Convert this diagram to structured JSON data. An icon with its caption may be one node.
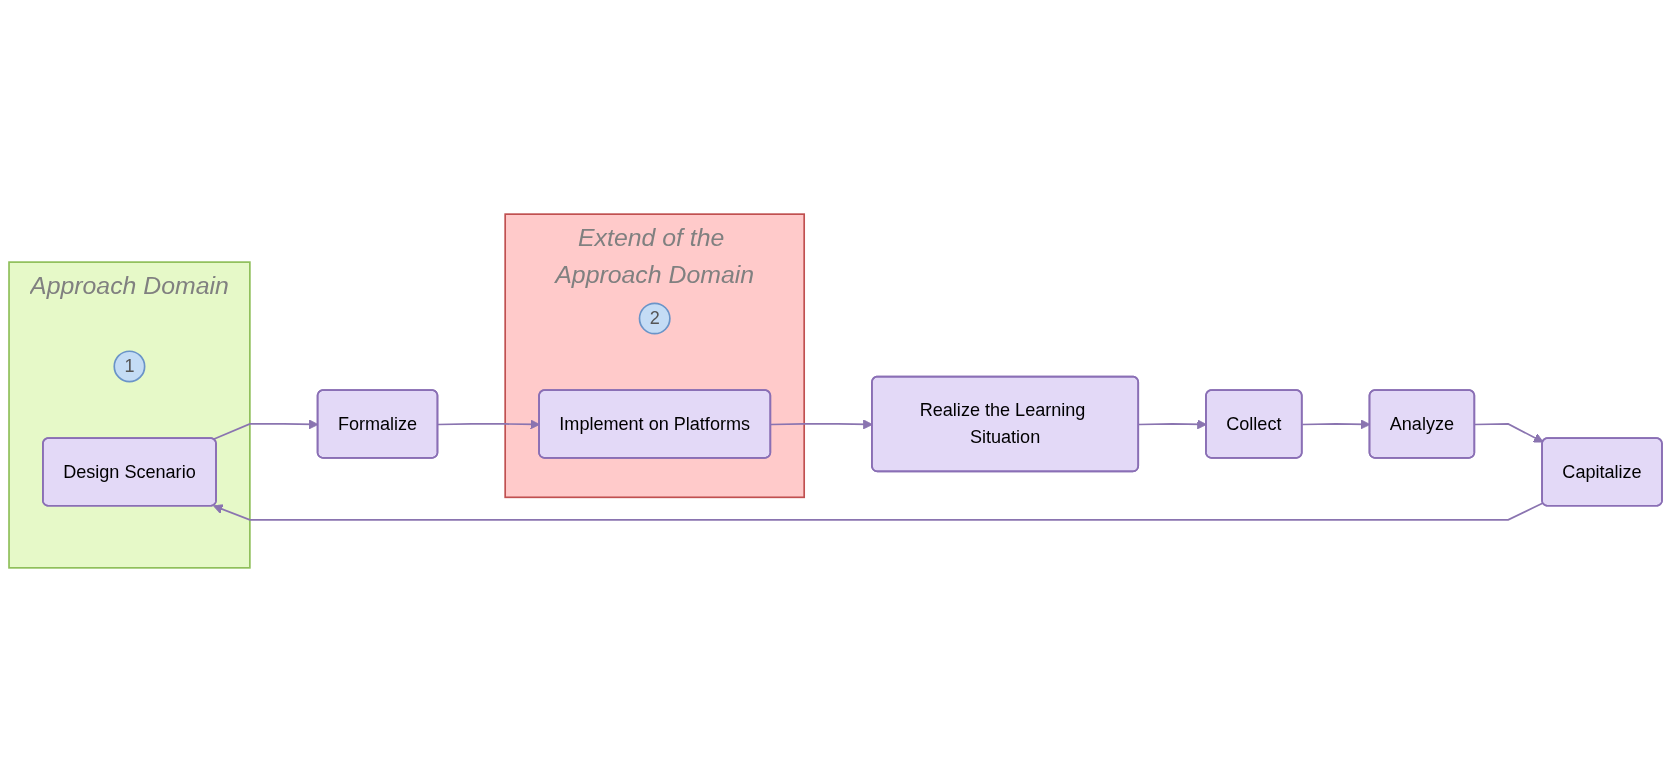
{
  "diagram": {
    "nodes": [
      {
        "text": [
          "Approach Domain"
        ]
      },
      {
        "text": [
          "1"
        ],
        "in": 0
      },
      {
        "text": [
          "Extend of the Approach Domain"
        ]
      },
      {
        "text": [
          "2"
        ],
        "in": 2
      },
      {
        "text": [
          "Formalize"
        ]
      },
      {
        "text": [
          "Design Scenario"
        ],
        "in": 0
      },
      {
        "text": [
          "Implement on Platforms"
        ],
        "in": 2
      },
      {
        "text": [
          "Realize the Learning Situation"
        ]
      },
      {
        "text": [
          "Collect"
        ]
      },
      {
        "text": [
          "Analyze"
        ]
      },
      {
        "text": [
          "Capitalize"
        ]
      }
    ],
    "edges": [
      {
        "from": 5,
        "to": 4,
        "arrow": "to"
      },
      {
        "from": 4,
        "to": 6,
        "arrow": "to"
      },
      {
        "from": 6,
        "to": 7,
        "arrow": "to"
      },
      {
        "from": 7,
        "to": 8,
        "arrow": "to"
      },
      {
        "from": 8,
        "to": 9,
        "arrow": "to"
      },
      {
        "from": 9,
        "to": 10,
        "arrow": "to"
      },
      {
        "from": 10,
        "to": 5,
        "arrow": "to"
      }
    ]
  }
}
